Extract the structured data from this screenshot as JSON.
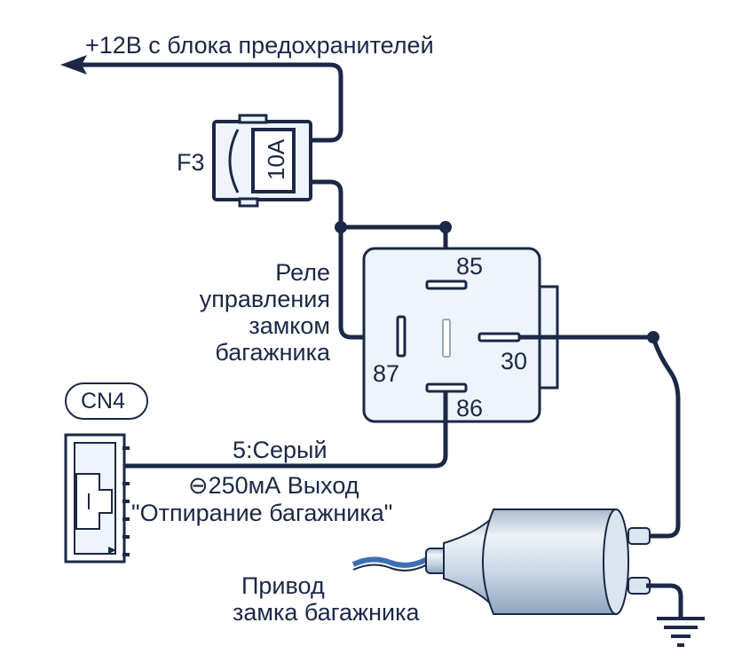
{
  "supply": {
    "label": "+12В с блока предохранителей"
  },
  "fuse": {
    "name": "F3",
    "rating": "10A"
  },
  "relay": {
    "title_lines": [
      "Реле",
      "управления",
      "замком",
      "багажника"
    ],
    "pins": {
      "p85": "85",
      "p87": "87",
      "p30": "30",
      "p86": "86"
    }
  },
  "connector": {
    "name": "CN4"
  },
  "output": {
    "wire": "5:Серый",
    "current_line": "⊖250мА Выход",
    "function_line": "\"Отпирание багажника\""
  },
  "actuator": {
    "lines": [
      "Привод",
      "замка багажника"
    ]
  },
  "colors": {
    "wire": "#1b2846",
    "relay_fill": "#eef4fb",
    "relay_stroke": "#1b2846",
    "actuator_shades": [
      "#eef3f8",
      "#c9d7e6",
      "#a9bbcf"
    ],
    "cable": "#3f6fb3"
  }
}
